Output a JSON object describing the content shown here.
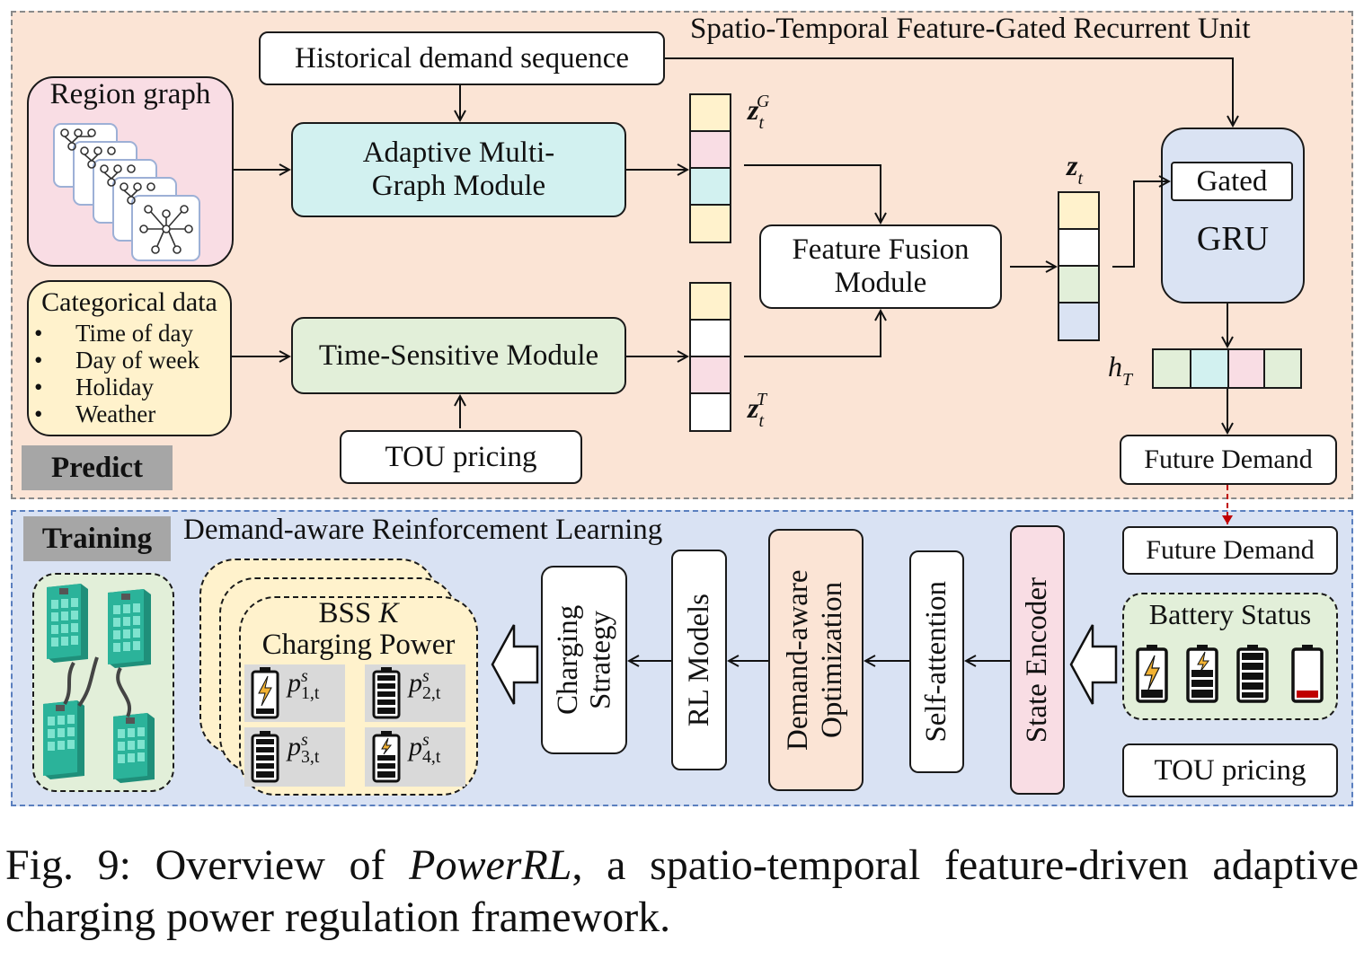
{
  "colors": {
    "predict_bg": "#fbe4d5",
    "training_bg": "#d9e2f3",
    "cyan": "#d2f1f0",
    "green": "#e2efd9",
    "pink": "#f9dde4",
    "yellow": "#fff2cc",
    "gru": "#dae3f3",
    "orange": "#fbe4d5",
    "gray_tag": "#a6a6a6",
    "battery_red": "#c00000",
    "station_green": "#2bb39a"
  },
  "predict": {
    "title": "Spatio-Temporal Feature-Gated Recurrent Unit",
    "tag": "Predict",
    "historical": "Historical demand sequence",
    "region_graph": "Region graph",
    "adaptive": "Adaptive Multi-Graph Module",
    "categorical": {
      "title": "Categorical data",
      "items": [
        "Time of day",
        "Day of week",
        "Holiday",
        "Weather"
      ]
    },
    "time_sensitive": "Time-Sensitive Module",
    "tou": "TOU pricing",
    "z_g": {
      "base": "z",
      "sub": "t",
      "sup": "G"
    },
    "z_t": {
      "base": "z",
      "sub": "t",
      "sup": "T"
    },
    "z": {
      "base": "z",
      "sub": "t"
    },
    "fusion": "Feature Fusion Module",
    "gated": "Gated",
    "gru": "GRU",
    "h": {
      "base": "h",
      "sub": "T"
    },
    "future": "Future Demand"
  },
  "training": {
    "tag": "Training",
    "title": "Demand-aware Reinforcement Learning",
    "future": "Future Demand",
    "battery_status": "Battery Status",
    "tou": "TOU pricing",
    "state_encoder": "State Encoder",
    "self_attention": "Self-attention",
    "optimization": "Demand-aware Optimization",
    "rl_models": "RL Models",
    "charging_strategy": "Charging Strategy",
    "bss": {
      "prefix": "BSS ",
      "var": "K",
      "line2": "Charging Power"
    },
    "powers": [
      {
        "base": "p",
        "sup": "s",
        "sub": "1,t"
      },
      {
        "base": "p",
        "sup": "s",
        "sub": "2,t"
      },
      {
        "base": "p",
        "sup": "s",
        "sub": "3,t"
      },
      {
        "base": "p",
        "sup": "s",
        "sub": "4,t"
      }
    ]
  },
  "caption": {
    "prefix": "Fig. 9: Overview of ",
    "name": "PowerRL",
    "suffix": ", a spatio-temporal feature-driven adaptive charging power regulation framework."
  }
}
